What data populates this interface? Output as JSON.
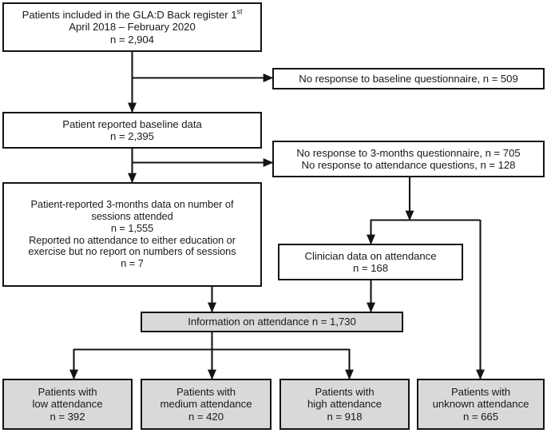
{
  "diagram": {
    "title": "GLA:D Back register patient flow",
    "colors": {
      "stroke": "#141414",
      "node_fill": "#ffffff",
      "highlight_fill": "#d9d9d9",
      "text": "#1a1a1a"
    }
  },
  "nodes": {
    "included": {
      "name": "patients-included",
      "lines": [
        "Patients included in the GLA:D Back register 1",
        "April 2018 –  February 2020",
        "n = 2,904"
      ],
      "superscript": "st",
      "filled": false
    },
    "baseline_nonresponse": {
      "name": "no-response-baseline",
      "lines": [
        "No response to baseline questionnaire, n = 509"
      ],
      "filled": false
    },
    "baseline_data": {
      "name": "patient-reported-baseline-data",
      "lines": [
        "Patient reported baseline data",
        "n = 2,395"
      ],
      "filled": false
    },
    "threemonth_nonresponse": {
      "name": "no-response-3-months",
      "lines": [
        "No response to 3-months questionnaire, n = 705",
        "No response to attendance questions, n = 128"
      ],
      "filled": false
    },
    "threemonth_data": {
      "name": "patient-reported-3-months-data",
      "lines": [
        "Patient-reported 3-months data on number of",
        "sessions attended",
        "n = 1,555",
        "Reported no attendance to either education or",
        "exercise but no report on numbers of sessions",
        "n = 7"
      ],
      "filled": false
    },
    "clinician_data": {
      "name": "clinician-data-on-attendance",
      "lines": [
        "Clinician data on attendance",
        "n = 168"
      ],
      "filled": false
    },
    "information_attendance": {
      "name": "information-on-attendance",
      "lines": [
        "Information on attendance n = 1,730"
      ],
      "filled": true
    },
    "low": {
      "name": "patients-low-attendance",
      "lines": [
        "Patients with",
        "low attendance",
        "n = 392"
      ],
      "filled": true
    },
    "medium": {
      "name": "patients-medium-attendance",
      "lines": [
        "Patients with",
        "medium attendance",
        "n = 420"
      ],
      "filled": true
    },
    "high": {
      "name": "patients-high-attendance",
      "lines": [
        "Patients with",
        "high attendance",
        "n = 918"
      ],
      "filled": true
    },
    "unknown": {
      "name": "patients-unknown-attendance",
      "lines": [
        "Patients with",
        "unknown attendance",
        "n = 665"
      ],
      "filled": true
    }
  },
  "chart_data": {
    "type": "diagram",
    "title": "GLA:D Back register patient flow",
    "flow": [
      {
        "id": "included",
        "label": "Patients included in the GLA:D Back register 1st April 2018 – February 2020",
        "n": 2904
      },
      {
        "id": "baseline_nonresponse",
        "label": "No response to baseline questionnaire",
        "n": 509
      },
      {
        "id": "baseline_data",
        "label": "Patient reported baseline data",
        "n": 2395
      },
      {
        "id": "threemonth_nonresponse_q",
        "label": "No response to 3-months questionnaire",
        "n": 705
      },
      {
        "id": "threemonth_nonresponse_att",
        "label": "No response to attendance questions",
        "n": 128
      },
      {
        "id": "threemonth_data",
        "label": "Patient-reported 3-months data on number of sessions attended",
        "n": 1555
      },
      {
        "id": "threemonth_noreport",
        "label": "Reported no attendance to either education or exercise but no report on numbers of sessions",
        "n": 7
      },
      {
        "id": "clinician_data",
        "label": "Clinician data on attendance",
        "n": 168
      },
      {
        "id": "information_attendance",
        "label": "Information on attendance",
        "n": 1730
      },
      {
        "id": "low",
        "label": "Patients with low attendance",
        "n": 392
      },
      {
        "id": "medium",
        "label": "Patients with medium attendance",
        "n": 420
      },
      {
        "id": "high",
        "label": "Patients with high attendance",
        "n": 918
      },
      {
        "id": "unknown",
        "label": "Patients with unknown attendance",
        "n": 665
      }
    ],
    "edges": [
      {
        "from": "included",
        "to": "baseline_nonresponse"
      },
      {
        "from": "included",
        "to": "baseline_data"
      },
      {
        "from": "baseline_data",
        "to": "threemonth_nonresponse_q"
      },
      {
        "from": "baseline_data",
        "to": "threemonth_data"
      },
      {
        "from": "threemonth_nonresponse_q",
        "to": "clinician_data"
      },
      {
        "from": "threemonth_nonresponse_q",
        "to": "unknown"
      },
      {
        "from": "threemonth_data",
        "to": "information_attendance"
      },
      {
        "from": "clinician_data",
        "to": "information_attendance"
      },
      {
        "from": "information_attendance",
        "to": "low"
      },
      {
        "from": "information_attendance",
        "to": "medium"
      },
      {
        "from": "information_attendance",
        "to": "high"
      }
    ]
  }
}
